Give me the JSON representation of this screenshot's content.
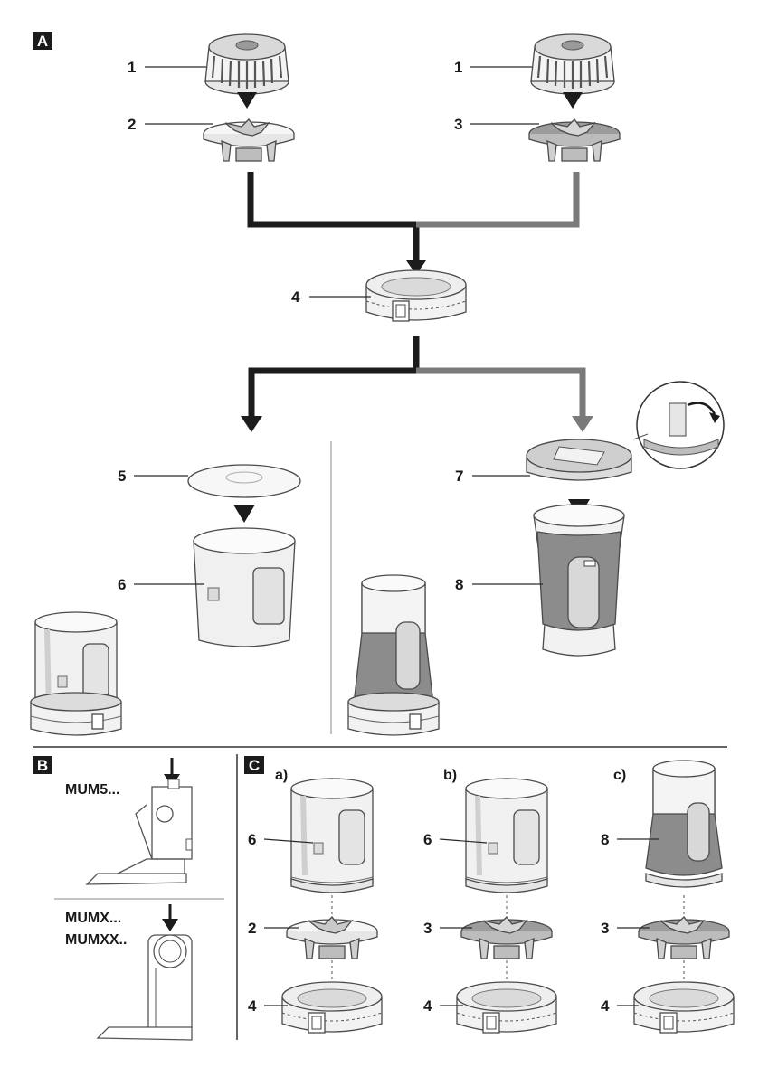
{
  "panels": {
    "a": {
      "badge": "A"
    },
    "b": {
      "badge": "B",
      "models_top": "MUM5...",
      "models_bottom_1": "MUMX...",
      "models_bottom_2": "MUMXX.."
    },
    "c": {
      "badge": "C",
      "sub_a": "a)",
      "sub_b": "b)",
      "sub_c": "c)"
    }
  },
  "part_numbers": {
    "cover_left": "1",
    "cover_right": "1",
    "blade_light": "2",
    "blade_dark": "3",
    "base_ring": "4",
    "lid_small": "5",
    "container_small": "6",
    "lid_bottle": "7",
    "bottle": "8"
  },
  "assembly_c": {
    "a": {
      "top": "6",
      "middle": "2",
      "bottom": "4"
    },
    "b": {
      "top": "6",
      "middle": "3",
      "bottom": "4"
    },
    "c": {
      "top": "8",
      "middle": "3",
      "bottom": "4"
    }
  },
  "colors": {
    "dark_path": "#1c1c1c",
    "grey_path": "#7a7a7a",
    "bottle_grey": "#8c8c8c"
  }
}
